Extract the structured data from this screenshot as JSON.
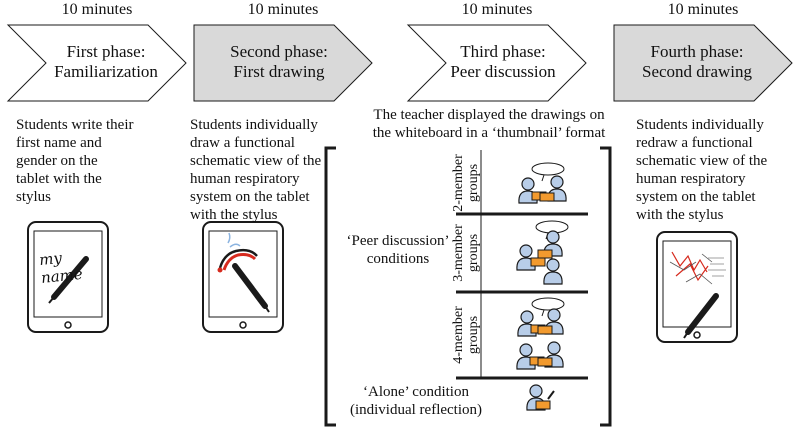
{
  "phases": [
    {
      "duration": "10 minutes",
      "title": "First phase:",
      "subtitle": "Familiarization",
      "fill": "#ffffff",
      "description": [
        "Students write their",
        "first name and",
        "gender on the",
        "tablet with the",
        "stylus"
      ],
      "tablet_scribble": "my name"
    },
    {
      "duration": "10 minutes",
      "title": "Second phase:",
      "subtitle": "First drawing",
      "fill": "#d9d9d9",
      "description": [
        "Students individually",
        "draw a functional",
        "schematic view of the",
        "human respiratory",
        "system on the tablet",
        "with the stylus"
      ]
    },
    {
      "duration": "10 minutes",
      "title": "Third phase:",
      "subtitle": "Peer discussion",
      "fill": "#ffffff",
      "description": [
        "The teacher displayed the drawings on",
        "the whiteboard in a ‘thumbnail’ format"
      ]
    },
    {
      "duration": "10 minutes",
      "title": "Fourth phase:",
      "subtitle": "Second drawing",
      "fill": "#d9d9d9",
      "description": [
        "Students individually",
        "redraw a functional",
        "schematic view of the",
        "human respiratory",
        "system on the tablet",
        "with the stylus"
      ]
    }
  ],
  "conditions": {
    "peer": [
      "‘Peer discussion’",
      "conditions"
    ],
    "alone": [
      "‘Alone’ condition",
      "(individual reflection)"
    ]
  },
  "groups": [
    {
      "lines": [
        "2-member",
        "groups"
      ]
    },
    {
      "lines": [
        "3-member",
        "groups"
      ]
    },
    {
      "lines": [
        "4-member",
        "groups"
      ]
    }
  ],
  "colors": {
    "person": "#b8cde8",
    "tablet": "#f29a2e",
    "outline": "#1a1a1a",
    "chevron_gray": "#d9d9d9",
    "red_stroke": "#d62a1e"
  },
  "icons": [
    "tablet-icon",
    "stylus-icon",
    "person-icon",
    "speech-bubble-icon"
  ]
}
